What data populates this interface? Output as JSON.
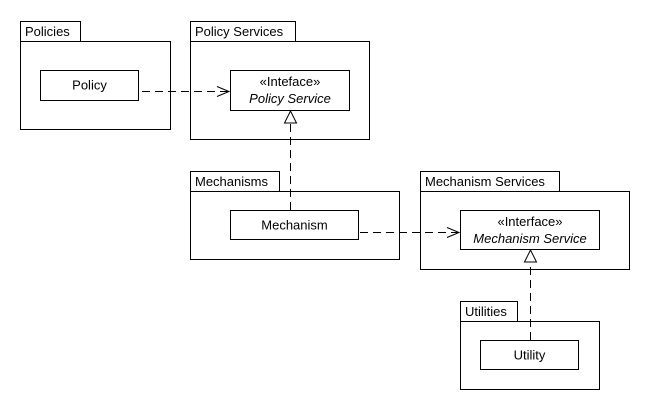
{
  "diagram": {
    "packages": {
      "policies": {
        "tab": "Policies"
      },
      "policy_services": {
        "tab": "Policy Services"
      },
      "mechanisms": {
        "tab": "Mechanisms"
      },
      "mechanism_services": {
        "tab": "Mechanism Services"
      },
      "utilities": {
        "tab": "Utilities"
      }
    },
    "classes": {
      "policy": {
        "name": "Policy"
      },
      "policy_service": {
        "stereotype": "«Inteface»",
        "name": "Policy Service"
      },
      "mechanism": {
        "name": "Mechanism"
      },
      "mechanism_service": {
        "stereotype": "«Interface»",
        "name": "Mechanism Service"
      },
      "utility": {
        "name": "Utility"
      }
    },
    "stroke_color": "#000000",
    "background_color": "#ffffff"
  }
}
